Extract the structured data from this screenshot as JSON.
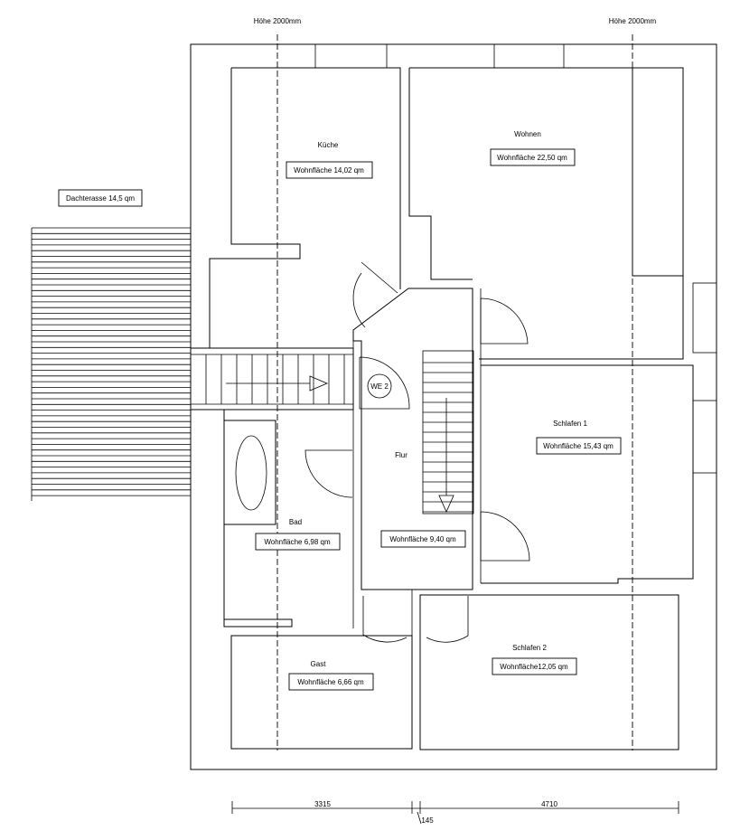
{
  "heights": {
    "left": "Höhe 2000mm",
    "right": "Höhe 2000mm"
  },
  "rooms": {
    "kueche": {
      "name": "Küche",
      "area": "Wohnfläche 14,02 qm"
    },
    "wohnen": {
      "name": "Wohnen",
      "area": "Wohnfläche 22,50 qm"
    },
    "schlafen1": {
      "name": "Schlafen 1",
      "area": "Wohnfläche 15,43 qm"
    },
    "flur": {
      "name": "Flur",
      "area": "Wohnfläche 9,40 qm"
    },
    "bad": {
      "name": "Bad",
      "area": "Wohnfläche 6,98 qm"
    },
    "gast": {
      "name": "Gast",
      "area": "Wohnfläche 6,66 qm"
    },
    "schlafen2": {
      "name": "Schlafen 2",
      "area": "Wohnfläche12,05 qm"
    }
  },
  "terrace": "Dachterasse 14,5 qm",
  "we_label": "WE 2",
  "dimensions": {
    "left": "3315",
    "right": "4710",
    "gap": "145"
  }
}
